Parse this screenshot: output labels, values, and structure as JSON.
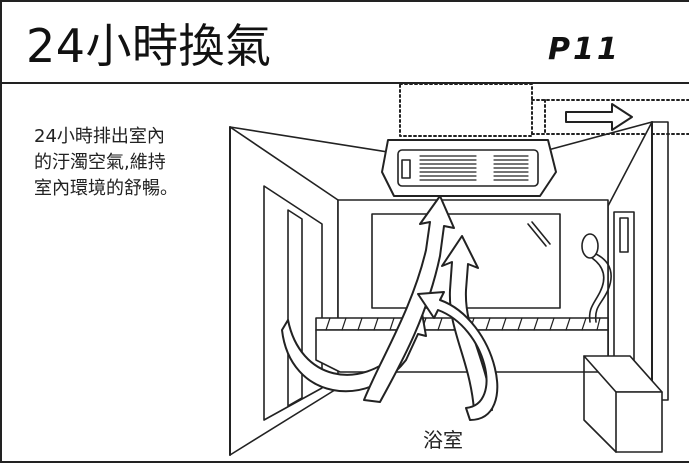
{
  "header": {
    "title": "24小時換氣",
    "page_number": "P11"
  },
  "description": {
    "lines": [
      "24小時排出室內",
      "的汙濁空氣,維持",
      "室內環境的舒暢。"
    ]
  },
  "illustration": {
    "room_label": "浴室"
  }
}
